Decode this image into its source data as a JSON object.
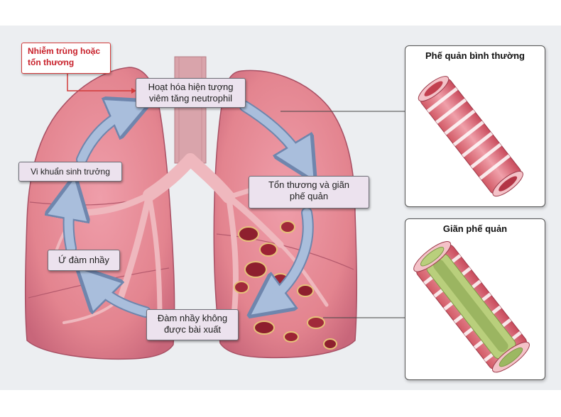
{
  "trigger": {
    "line1": "Nhiễm trùng hoặc",
    "line2": "tổn thương"
  },
  "cycle": {
    "activation": {
      "line1": "Hoạt hóa hiện tượng",
      "line2": "viêm tăng neutrophil"
    },
    "damage": {
      "line1": "Tổn thương và giãn",
      "line2": "phế quản"
    },
    "mucus_not_cleared": {
      "line1": "Đàm nhầy không",
      "line2": "được bài xuất"
    },
    "mucus_stasis": {
      "line1": "Ứ đàm nhầy"
    },
    "bacteria_growth": {
      "line1": "Vi khuẩn sinh trưởng"
    }
  },
  "panels": {
    "normal": {
      "title": "Phế quản bình thường"
    },
    "dilated": {
      "title": "Giãn phế quản"
    }
  },
  "colors": {
    "lung": "#e48a97",
    "lung_dark": "#c9687a",
    "airway": "#ecb3b9",
    "arrow": "#a9bedc",
    "arrow_edge": "#6f86ad",
    "trigger_red": "#d23b3b",
    "mucus_green": "#b8cf7a"
  }
}
